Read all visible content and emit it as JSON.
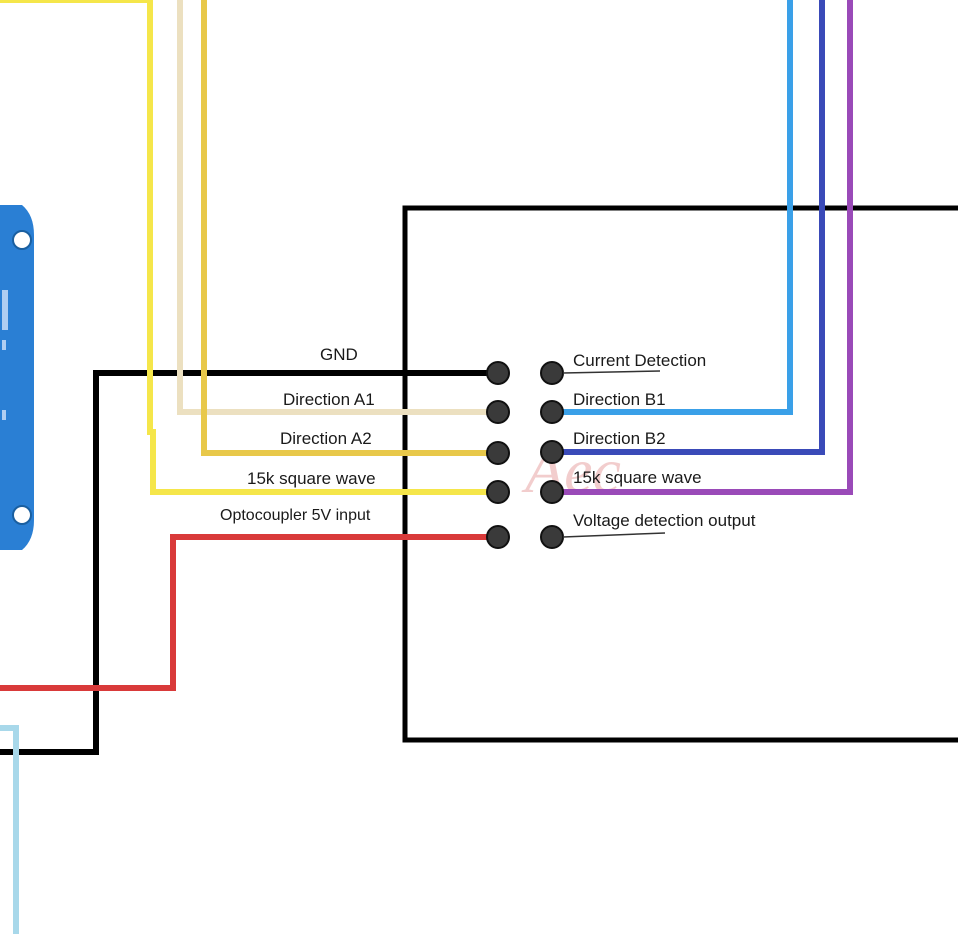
{
  "diagram": {
    "left_pins": [
      {
        "label": "GND",
        "wire_color": "#000000"
      },
      {
        "label": "Direction A1",
        "wire_color": "#ece0c0"
      },
      {
        "label": "Direction A2",
        "wire_color": "#e8c84a"
      },
      {
        "label": "15k square wave",
        "wire_color": "#f5e64a"
      },
      {
        "label": "Optocoupler 5V input",
        "wire_color": "#d93a3a"
      }
    ],
    "right_pins": [
      {
        "label": "Current Detection",
        "wire_color": ""
      },
      {
        "label": "Direction B1",
        "wire_color": "#3aa0e8"
      },
      {
        "label": "Direction B2",
        "wire_color": "#3a4ab8"
      },
      {
        "label": "15k square wave",
        "wire_color": "#9a4ab8"
      },
      {
        "label": "Voltage detection output",
        "wire_color": ""
      }
    ],
    "watermark": "Aec",
    "colors": {
      "module_blue": "#2a7fd4",
      "box_border": "#000000",
      "light_blue_wire": "#a8d8ea"
    }
  }
}
